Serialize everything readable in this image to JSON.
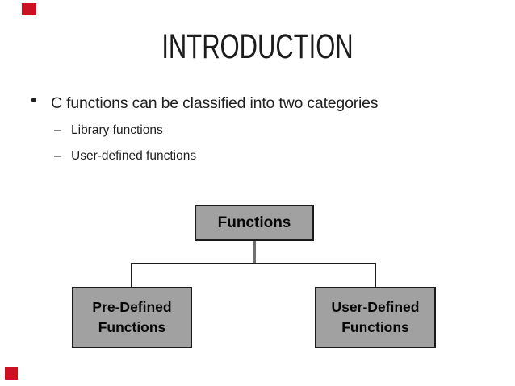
{
  "slide": {
    "title": "INTRODUCTION",
    "bullet": {
      "marker": "•",
      "text": "C functions can be classified into two categories",
      "sub_marker": "–",
      "sub_items": [
        "Library functions",
        "User-defined functions"
      ]
    },
    "diagram": {
      "root_label": "Functions",
      "left_child_label": "Pre-Defined\nFunctions",
      "right_child_label": "User-Defined\nFunctions"
    },
    "colors": {
      "accent_red": "#cc1122",
      "box_fill": "#a1a1a1",
      "box_border": "#1a1a1a",
      "connector_gray": "#6f6f6f",
      "text": "#1f1f1f",
      "background": "#ffffff"
    }
  }
}
